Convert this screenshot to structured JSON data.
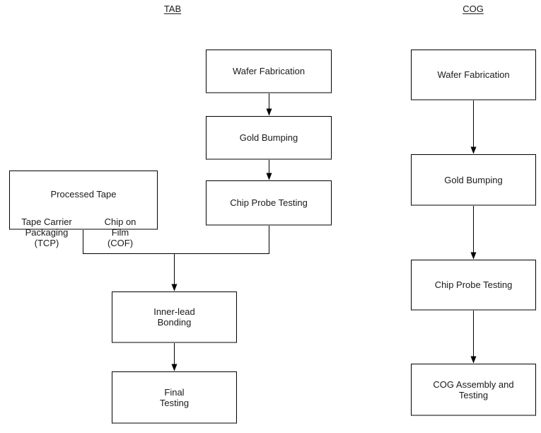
{
  "diagram": {
    "tab": {
      "title": "TAB",
      "wafer_fabrication": "Wafer Fabrication",
      "gold_bumping": "Gold Bumping",
      "chip_probe_testing": "Chip Probe Testing",
      "processed_tape": {
        "title": "Processed Tape",
        "tcp": "Tape Carrier\nPackaging\n(TCP)",
        "cof": "Chip on\nFilm\n(COF)"
      },
      "inner_lead_bonding": "Inner-lead\nBonding",
      "final_testing": "Final\nTesting"
    },
    "cog": {
      "title": "COG",
      "wafer_fabrication": "Wafer Fabrication",
      "gold_bumping": "Gold Bumping",
      "chip_probe_testing": "Chip Probe Testing",
      "cog_assembly_and_testing": "COG Assembly and\nTesting"
    },
    "colors": {
      "line": "#000000",
      "box_border": "#000000",
      "box_shadow_edge": "#808080",
      "background": "#ffffff"
    }
  }
}
